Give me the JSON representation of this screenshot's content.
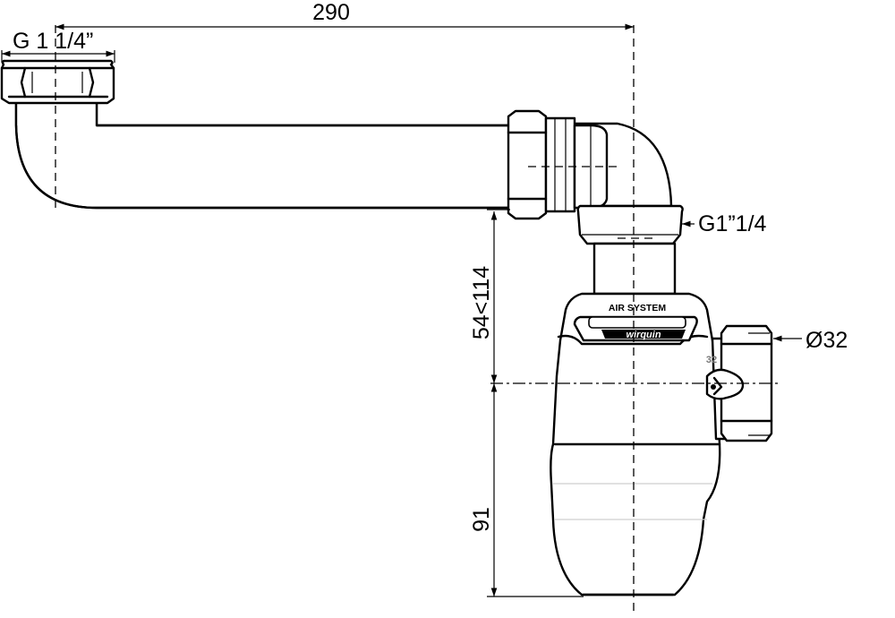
{
  "dimensions": {
    "overall_length": "290",
    "inlet_thread": "G 1 1/4”",
    "outlet_thread": "G1”1/4",
    "adjust_range": "54<114",
    "trap_depth": "91",
    "outlet_diameter": "Ø32"
  },
  "product_labels": {
    "system_name": "AIR SYSTEM",
    "brand": "wirquin",
    "size_mark": "32"
  }
}
